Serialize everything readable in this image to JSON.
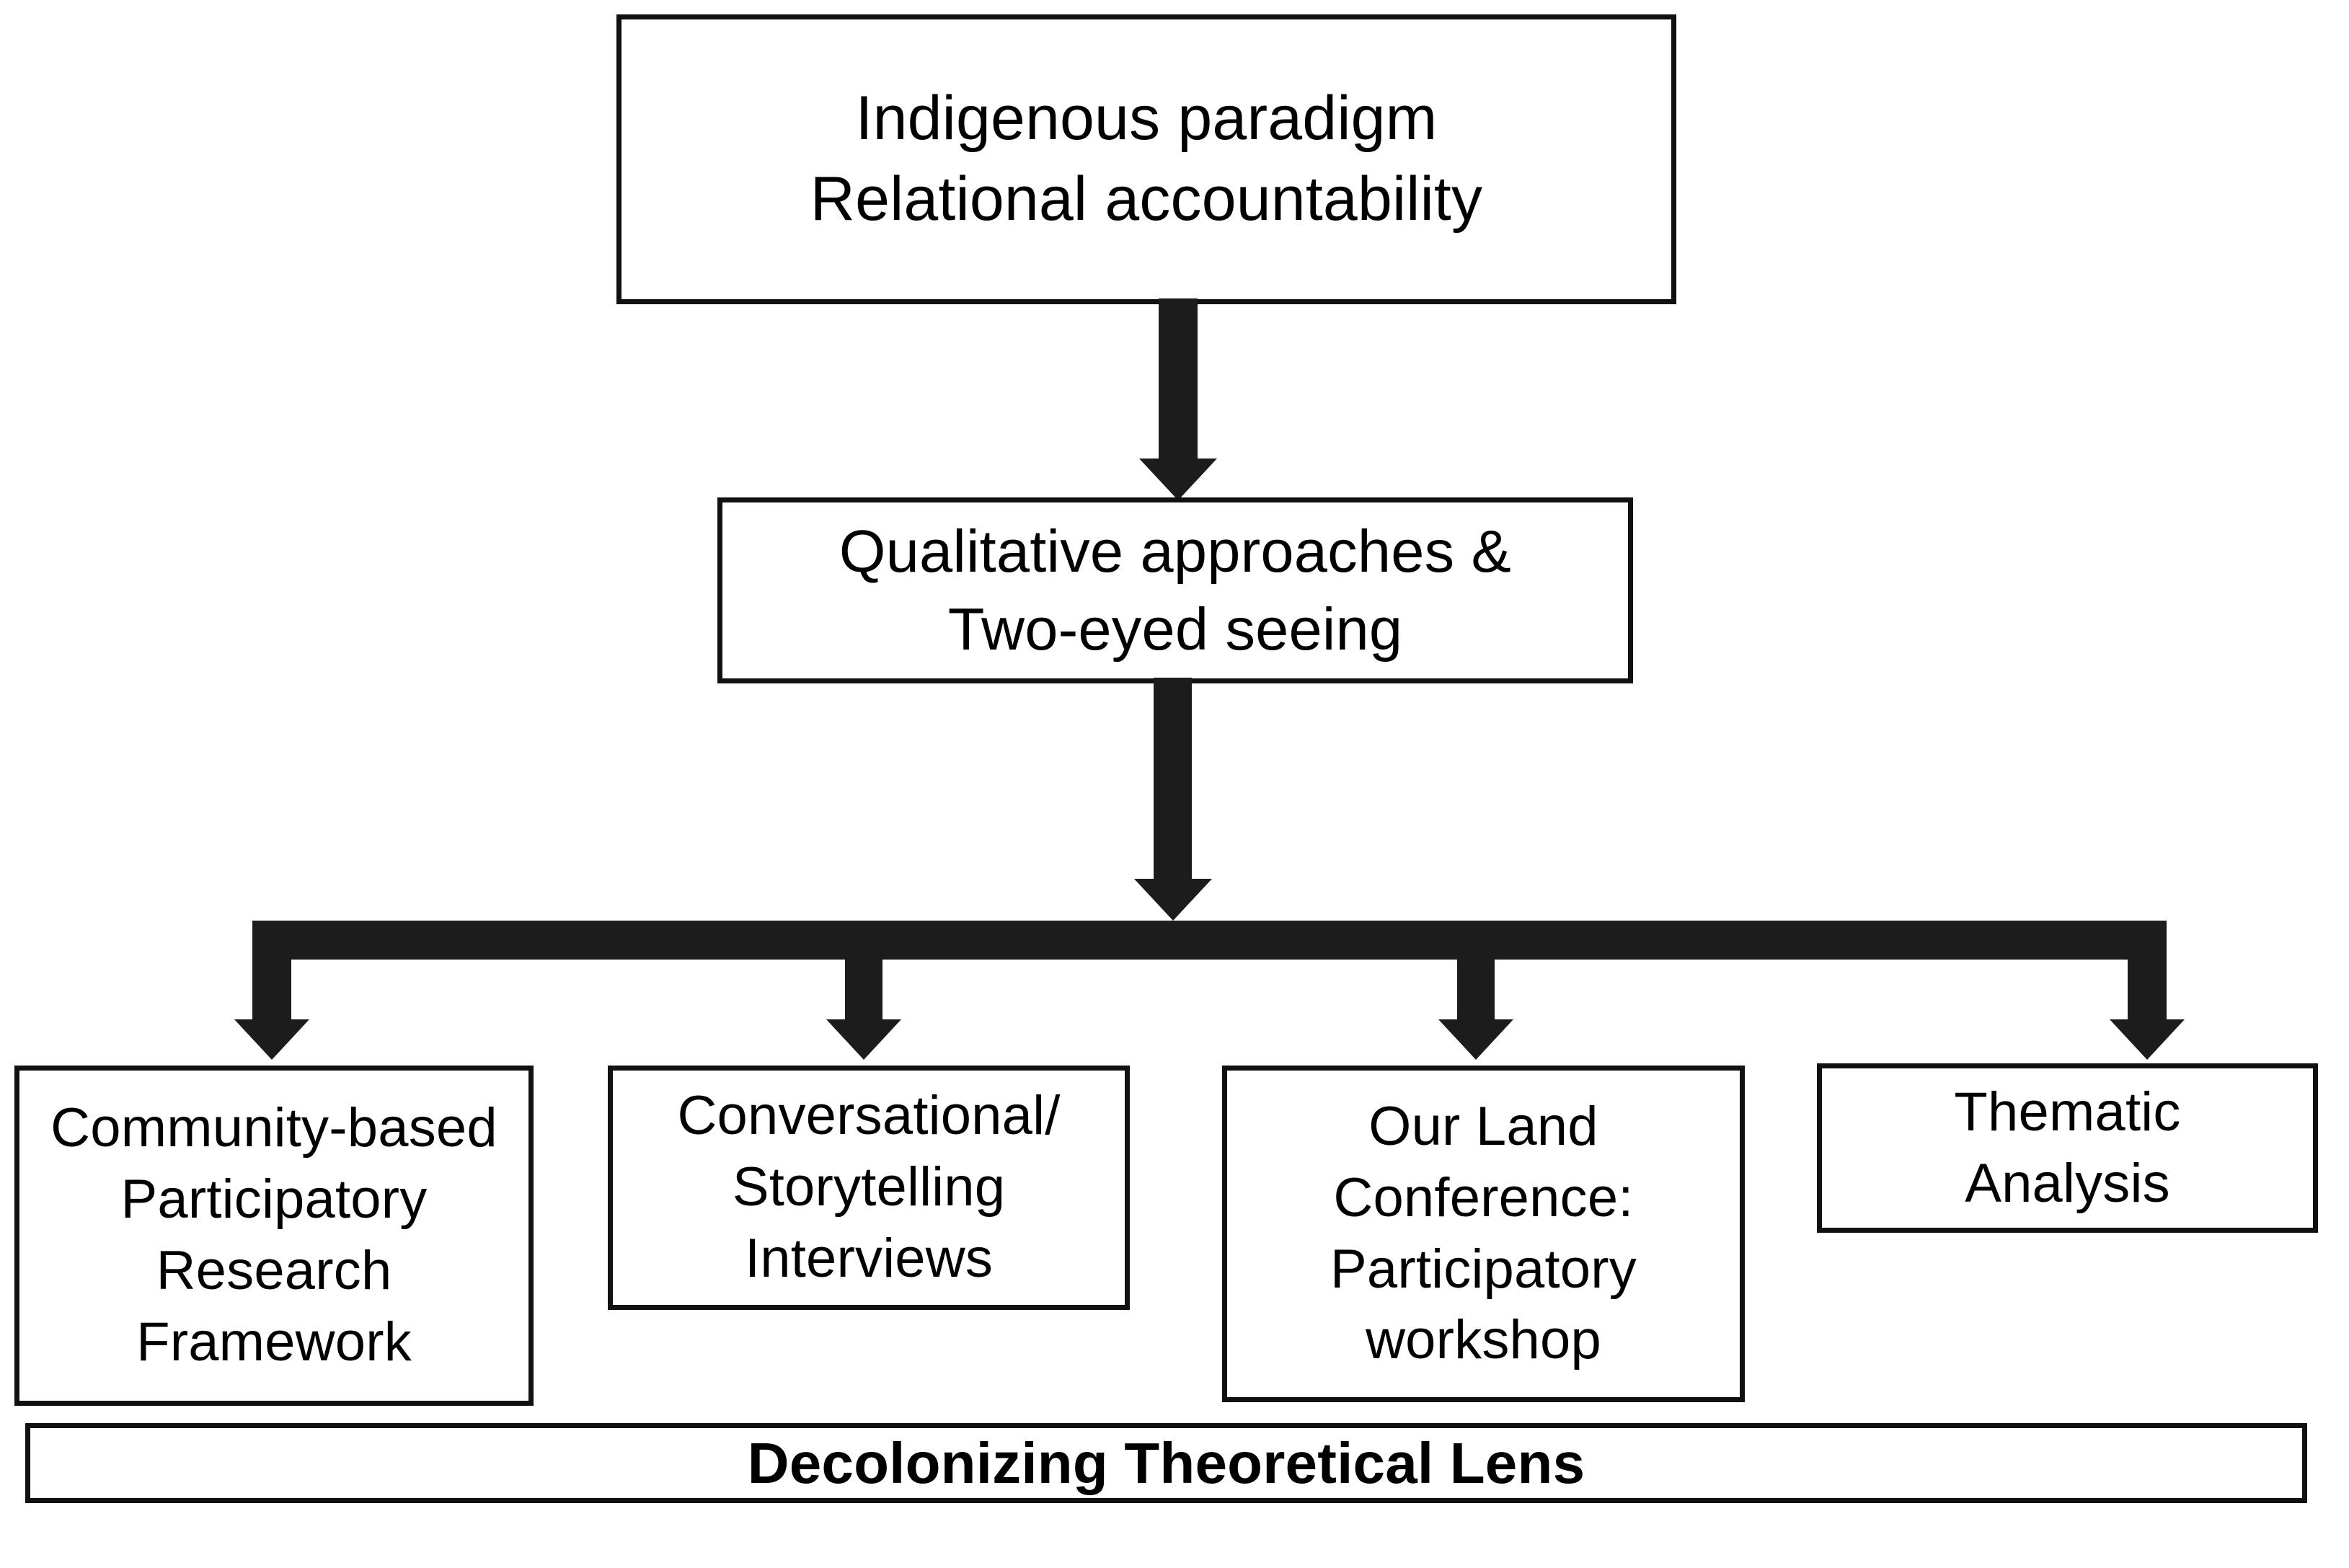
{
  "diagram": {
    "title": "Decolonizing research methodology flowchart",
    "colors": {
      "background": "#ffffff",
      "box_border": "#111111",
      "connector": "#1c1c1c",
      "text": "#000000"
    },
    "nodes": {
      "paradigm": {
        "label": "Indigenous paradigm\nRelational accountability",
        "line_1": "Indigenous paradigm",
        "line_2": "Relational accountability"
      },
      "qualitative": {
        "label": "Qualitative approaches &\nTwo-eyed seeing",
        "line_1": "Qualitative approaches &",
        "line_2": "Two-eyed seeing"
      },
      "cbpr": {
        "label": "Community-based\nParticipatory\nResearch\nFramework"
      },
      "conversational": {
        "label": "Conversational/\nStorytelling\nInterviews"
      },
      "ourland": {
        "label": "Our Land\nConference:\nParticipatory\nworkshop"
      },
      "thematic": {
        "label": "Thematic\nAnalysis"
      },
      "lens": {
        "label": "Decolonizing Theoretical Lens"
      }
    },
    "connectors": {
      "paradigm_to_qualitative": "down-arrow",
      "qualitative_to_branches": "down-arrow",
      "distribution_bar": "horizontal-bar",
      "branch_1": "down-arrow",
      "branch_2": "down-arrow",
      "branch_3": "down-arrow",
      "branch_4": "down-arrow"
    }
  }
}
